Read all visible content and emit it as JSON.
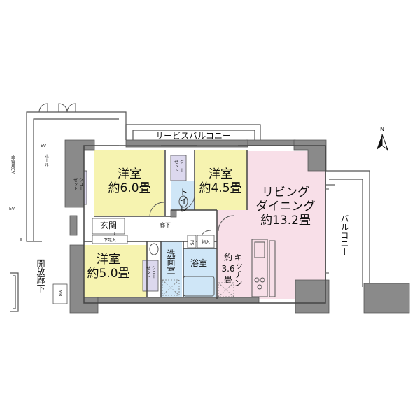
{
  "rooms": {
    "western1": {
      "name": "洋室",
      "size": "約6.0畳"
    },
    "western2": {
      "name": "洋室",
      "size": "約4.5畳"
    },
    "western3": {
      "name": "洋室",
      "size": "約5.0畳"
    },
    "living": {
      "line1": "リビング",
      "line2": "ダイニング",
      "size": "約13.2畳"
    },
    "kitchen": {
      "name": "キッチン",
      "size_a": "約",
      "size_b": "3.6",
      "size_c": "畳"
    },
    "toilet": "トイレ",
    "bath": "浴室",
    "washroom": "洗面室",
    "entrance": "玄関",
    "corridor": "廊下",
    "shoe_box": "下足入",
    "storage": "物入",
    "ps": "PS",
    "mb": "MB"
  },
  "closets": {
    "label_a": "クロー",
    "label_b": "ゼット"
  },
  "balconies": {
    "service": "サービスバルコニー",
    "main": "バルコニー"
  },
  "common": {
    "ev_hall_a": "EV",
    "ev_hall_b": "ホール",
    "emergency_ev": "非常用EV",
    "ev": "EV",
    "open_corridor": "開放廊下"
  },
  "compass": {
    "north": "N"
  },
  "colors": {
    "western_room": "#f6f3b0",
    "living_room": "#f8dfe8",
    "water_area": "#cfe6f7",
    "closet": "#dcd8ee",
    "wall": "#8a8a8a",
    "outline": "#444444"
  }
}
